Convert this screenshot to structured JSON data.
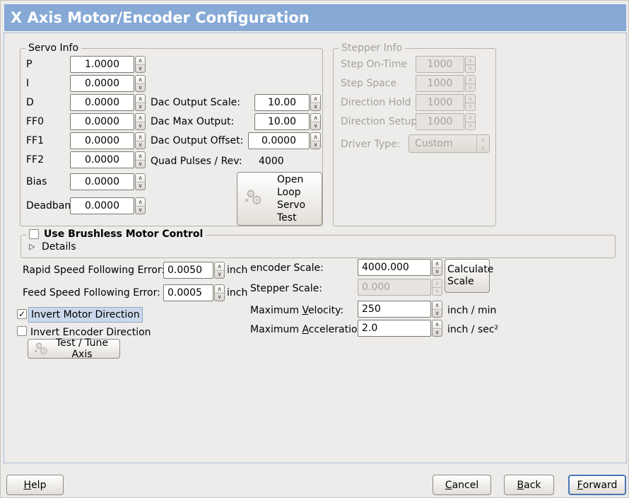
{
  "icons": {
    "gears": "⚙",
    "gear_x": "✕",
    "spin_up": "∧",
    "spin_down": "∨",
    "expander": "▷",
    "check": "✓"
  },
  "colors": {
    "banner": "#86a9d6",
    "background": "#edeceb",
    "focus_ring": "#4a76b8",
    "selected_label_bg": "#cbd8ec"
  },
  "window": {
    "title": "X Axis Motor/Encoder Configuration"
  },
  "servo": {
    "legend": "Servo Info",
    "rows": [
      {
        "label": "P",
        "value": "1.0000"
      },
      {
        "label": "I",
        "value": "0.0000"
      },
      {
        "label": "D",
        "value": "0.0000"
      },
      {
        "label": "FF0",
        "value": "0.0000"
      },
      {
        "label": "FF1",
        "value": "0.0000"
      },
      {
        "label": "FF2",
        "value": "0.0000"
      },
      {
        "label": "Bias",
        "value": "0.0000"
      },
      {
        "label": "Deadband",
        "value": "0.0000"
      }
    ],
    "dac_rows": [
      {
        "label": "Dac Output Scale:",
        "value": "10.00"
      },
      {
        "label": "Dac Max Output:",
        "value": "10.00"
      },
      {
        "label": "Dac Output Offset:",
        "value": "0.0000"
      }
    ],
    "quad_label": "Quad Pulses / Rev:",
    "quad_value": "4000",
    "open_loop_button": "Open\nLoop\nServo\nTest"
  },
  "stepper": {
    "legend": "Stepper Info",
    "rows": [
      {
        "label": "Step On-Time",
        "value": "1000"
      },
      {
        "label": "Step Space",
        "value": "1000"
      },
      {
        "label": "Direction Hold",
        "value": "1000"
      },
      {
        "label": "Direction Setup",
        "value": "1000"
      }
    ],
    "driver_type_label": "Driver Type:",
    "driver_type_value": "Custom"
  },
  "brushless": {
    "checkbox_label": "Use Brushless Motor Control",
    "details_label": "Details"
  },
  "following_error": {
    "rapid_label": "Rapid Speed Following Error:",
    "rapid_value": "0.0050",
    "rapid_unit": "inch",
    "feed_label": "Feed Speed Following Error:",
    "feed_value": "0.0005",
    "feed_unit": "inch"
  },
  "scales": {
    "encoder_label": "encoder Scale:",
    "encoder_value": "4000.000",
    "stepper_label": "Stepper Scale:",
    "stepper_value": "0.000",
    "calculate_button": "Calculate Scale",
    "max_velocity_label": "Maximum _Velocity:",
    "max_velocity_value": "250",
    "max_velocity_unit": "inch / min",
    "max_accel_label": "Maximum _Acceleration:",
    "max_accel_value": "2.0",
    "max_accel_unit": "inch / sec²"
  },
  "direction": {
    "invert_motor_label": "Invert Motor Direction",
    "invert_encoder_label": "Invert Encoder Direction",
    "test_tune_button": "Test / Tune Axis"
  },
  "footer": {
    "help": "_Help",
    "cancel": "_Cancel",
    "back": "_Back",
    "forward": "_Forward"
  }
}
